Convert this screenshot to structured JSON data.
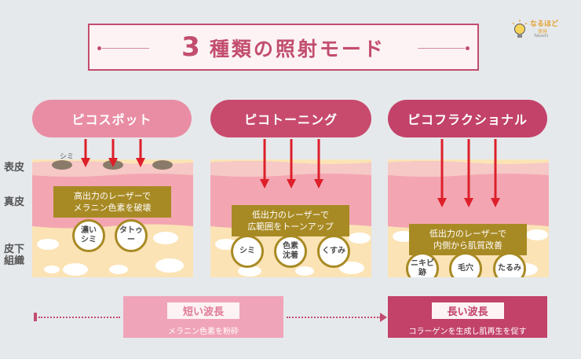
{
  "title": {
    "number": "3",
    "text": "種類の照射モード"
  },
  "logo": {
    "line1": "なるほど",
    "line2": "美容",
    "line3": "Takashi"
  },
  "layers": {
    "epidermis": "表皮",
    "dermis": "真皮",
    "subcutis_1": "皮下",
    "subcutis_2": "組織"
  },
  "shimi_label": "シミ",
  "modes": [
    {
      "name": "ピコスポット",
      "box_lines": [
        "高出力のレーザーで",
        "メラニン色素を破壊"
      ],
      "targets": [
        {
          "l1": "濃い",
          "l2": "シミ"
        },
        {
          "l1": "タトゥー",
          "l2": ""
        }
      ]
    },
    {
      "name": "ピコトーニング",
      "box_lines": [
        "低出力のレーザーで",
        "広範囲をトーンアップ"
      ],
      "targets": [
        {
          "l1": "シミ",
          "l2": ""
        },
        {
          "l1": "色素",
          "l2": "沈着"
        },
        {
          "l1": "くすみ",
          "l2": ""
        }
      ]
    },
    {
      "name": "ピコフラクショナル",
      "box_lines": [
        "低出力のレーザーで",
        "内側から肌質改善"
      ],
      "targets": [
        {
          "l1": "ニキビ",
          "l2": "跡"
        },
        {
          "l1": "毛穴",
          "l2": ""
        },
        {
          "l1": "たるみ",
          "l2": ""
        }
      ]
    }
  ],
  "wavelengths": {
    "short": {
      "label": "短い波長",
      "desc": "メラニン色素を粉砕"
    },
    "long": {
      "label": "長い波長",
      "desc": "コラーゲンを生成し肌再生を促す"
    }
  },
  "colors": {
    "accent": "#c24d6e",
    "pill_light": "#e98da4",
    "gold": "#a88a24",
    "epidermis": "#f6c8c6",
    "dermis": "#f3a6b2",
    "fat": "#fbe3b5",
    "arrow": "#dd1f2a"
  }
}
